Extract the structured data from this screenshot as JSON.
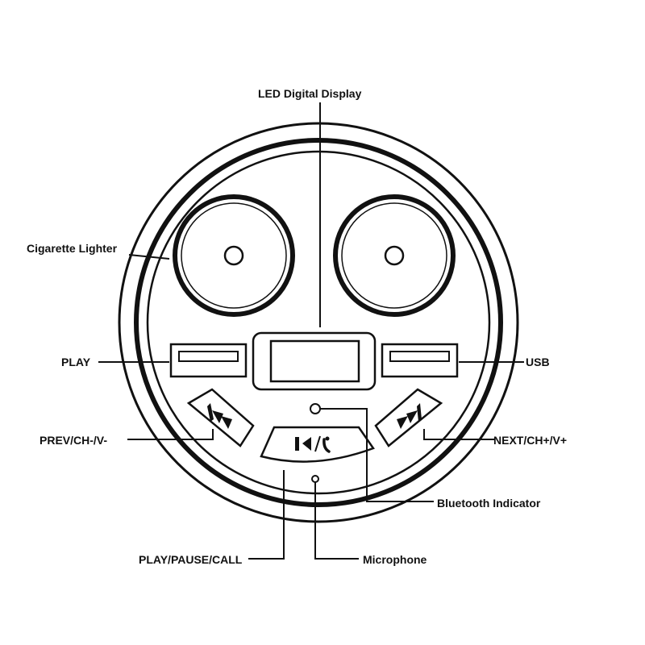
{
  "labels": {
    "led_display": "LED Digital Display",
    "cigarette_lighter": "Cigarette Lighter",
    "play": "PLAY",
    "usb": "USB",
    "prev": "PREV/CH-/V-",
    "next": "NEXT/CH+/V+",
    "bluetooth_indicator": "Bluetooth Indicator",
    "play_pause_call": "PLAY/PAUSE/CALL",
    "microphone": "Microphone"
  },
  "icons": {
    "prev_button": "rewind-icon",
    "next_button": "fast-forward-icon",
    "play_pause_button": "play-pause-phone-icon"
  },
  "colors": {
    "line": "#111111",
    "background": "#ffffff"
  }
}
